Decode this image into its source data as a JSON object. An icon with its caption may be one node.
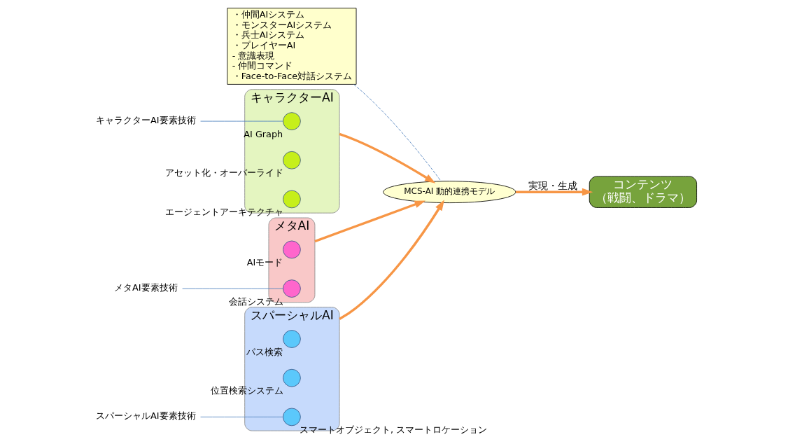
{
  "diagram": {
    "nodes": [
      {
        "text": [
          "・仲間AIシステム",
          "・モンスターAIシステム",
          "・兵士AIシステム",
          "・プレイヤーAI",
          "- 意識表現",
          "- 仲間コマンド",
          "・Face-to-Face対話システム"
        ]
      },
      {
        "text": [
          "キャラクターAI"
        ]
      },
      {
        "text": [
          "キャラクターAI要素技術"
        ]
      },
      {
        "text": [],
        "shape": "circle",
        "in": 1,
        "beside": [
          "AI Graph"
        ]
      },
      {
        "text": [],
        "shape": "circle",
        "in": 1,
        "beside": [
          "アセット化・オーバーライド"
        ]
      },
      {
        "text": [],
        "shape": "circle",
        "in": 1,
        "beside": [
          "エージェントアーキテクチャ"
        ]
      },
      {
        "text": [
          "コンテンツ",
          "（戦闘、ドラマ）"
        ]
      },
      {
        "text": [
          "MCS-AI 動的連携モデル"
        ]
      },
      {
        "text": [
          "メタAI"
        ]
      },
      {
        "text": [],
        "shape": "circle",
        "in": 8,
        "beside": [
          "AIモード"
        ]
      },
      {
        "text": [
          "スパーシャルAI"
        ]
      },
      {
        "text": [],
        "shape": "circle",
        "in": 10,
        "beside": [
          "パス検索"
        ]
      },
      {
        "text": [],
        "shape": "circle",
        "in": 8,
        "beside": [
          "会話システム"
        ]
      },
      {
        "text": [],
        "shape": "circle",
        "in": 10,
        "beside": [
          "位置検索システム"
        ]
      },
      {
        "text": [],
        "shape": "circle",
        "in": 10,
        "beside": [
          "スマートオブジェクト, スマートロケーション"
        ]
      },
      {
        "text": [
          "スパーシャルAI要素技術"
        ]
      },
      {
        "text": [
          "メタAI要素技術"
        ]
      }
    ],
    "edges": [
      {
        "from": 0,
        "to": 7,
        "arrow": "none",
        "style": "dashed",
        "color": "#4f81bd"
      },
      {
        "from": 2,
        "to": 3,
        "arrow": "none",
        "color": "#4f81bd"
      },
      {
        "from": 1,
        "to": 7,
        "arrow": "to",
        "style": "thick",
        "color": "#f79646"
      },
      {
        "from": 7,
        "to": 6,
        "arrow": "to",
        "label": "実現・生成",
        "style": "thick",
        "color": "#f79646"
      },
      {
        "from": 10,
        "to": 7,
        "arrow": "to",
        "style": "thick",
        "color": "#f79646"
      },
      {
        "from": 8,
        "to": 7,
        "arrow": "to",
        "style": "thick",
        "color": "#f79646"
      },
      {
        "from": 15,
        "to": 14,
        "arrow": "none",
        "color": "#4f81bd"
      },
      {
        "from": 16,
        "to": 12,
        "arrow": "none",
        "color": "#4f81bd"
      }
    ]
  }
}
